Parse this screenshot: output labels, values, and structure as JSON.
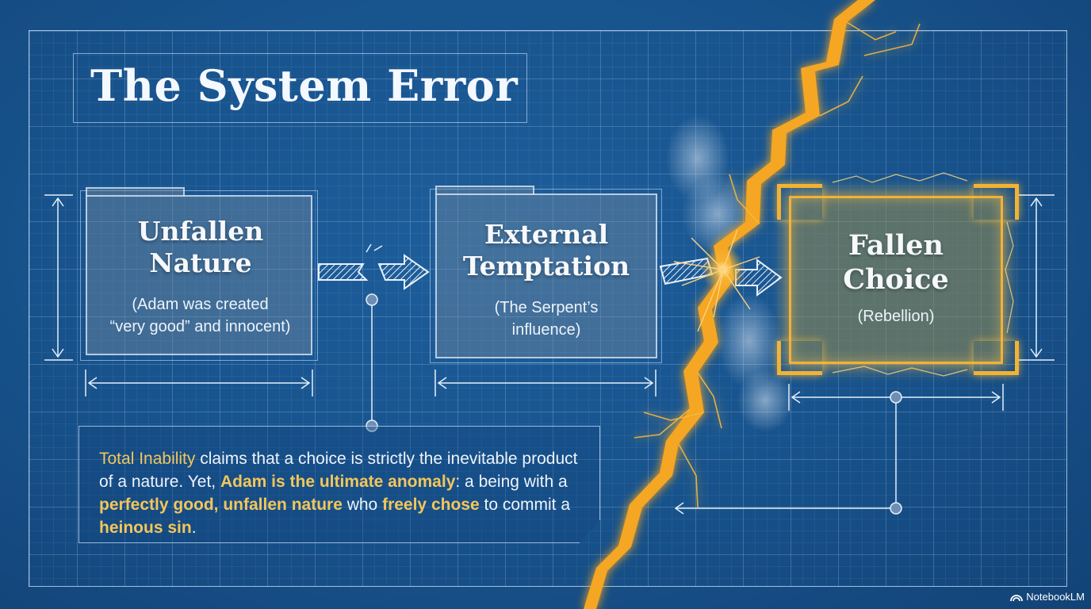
{
  "title": "The System Error",
  "panels": [
    {
      "title_lines": [
        "Unfallen",
        "Nature"
      ],
      "sub_lines": [
        "(Adam was created",
        "“very good” and innocent)"
      ]
    },
    {
      "title_lines": [
        "External",
        "Temptation"
      ],
      "sub_lines": [
        "(The Serpent’s",
        "influence)"
      ]
    },
    {
      "title_lines": [
        "Fallen",
        "Choice"
      ],
      "sub_lines": [
        "(Rebellion)"
      ]
    }
  ],
  "note": {
    "s1": "Total Inability",
    "s2": " claims that a choice is strictly the inevitable product of a nature. Yet, ",
    "s3": "Adam is the ultimate anomaly",
    "s4": ": a being with a ",
    "s5": "perfectly good, unfallen nature",
    "s6": " who ",
    "s7": "freely chose",
    "s8": " to commit a ",
    "s9": "heinous sin",
    "s10": "."
  },
  "brand": "NotebookLM",
  "colors": {
    "accent": "#f2b234",
    "highlight": "#f3c65a",
    "background": "#17528b"
  }
}
